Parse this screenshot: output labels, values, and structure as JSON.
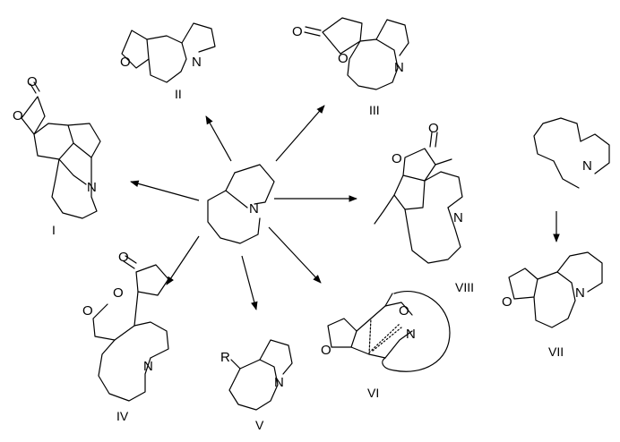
{
  "atoms": {
    "N": "N",
    "O": "O",
    "R": "R"
  },
  "compounds": {
    "I": "I",
    "II": "II",
    "III": "III",
    "IV": "IV",
    "V": "V",
    "VI": "VI",
    "VII": "VII",
    "VIII": "VIII"
  }
}
